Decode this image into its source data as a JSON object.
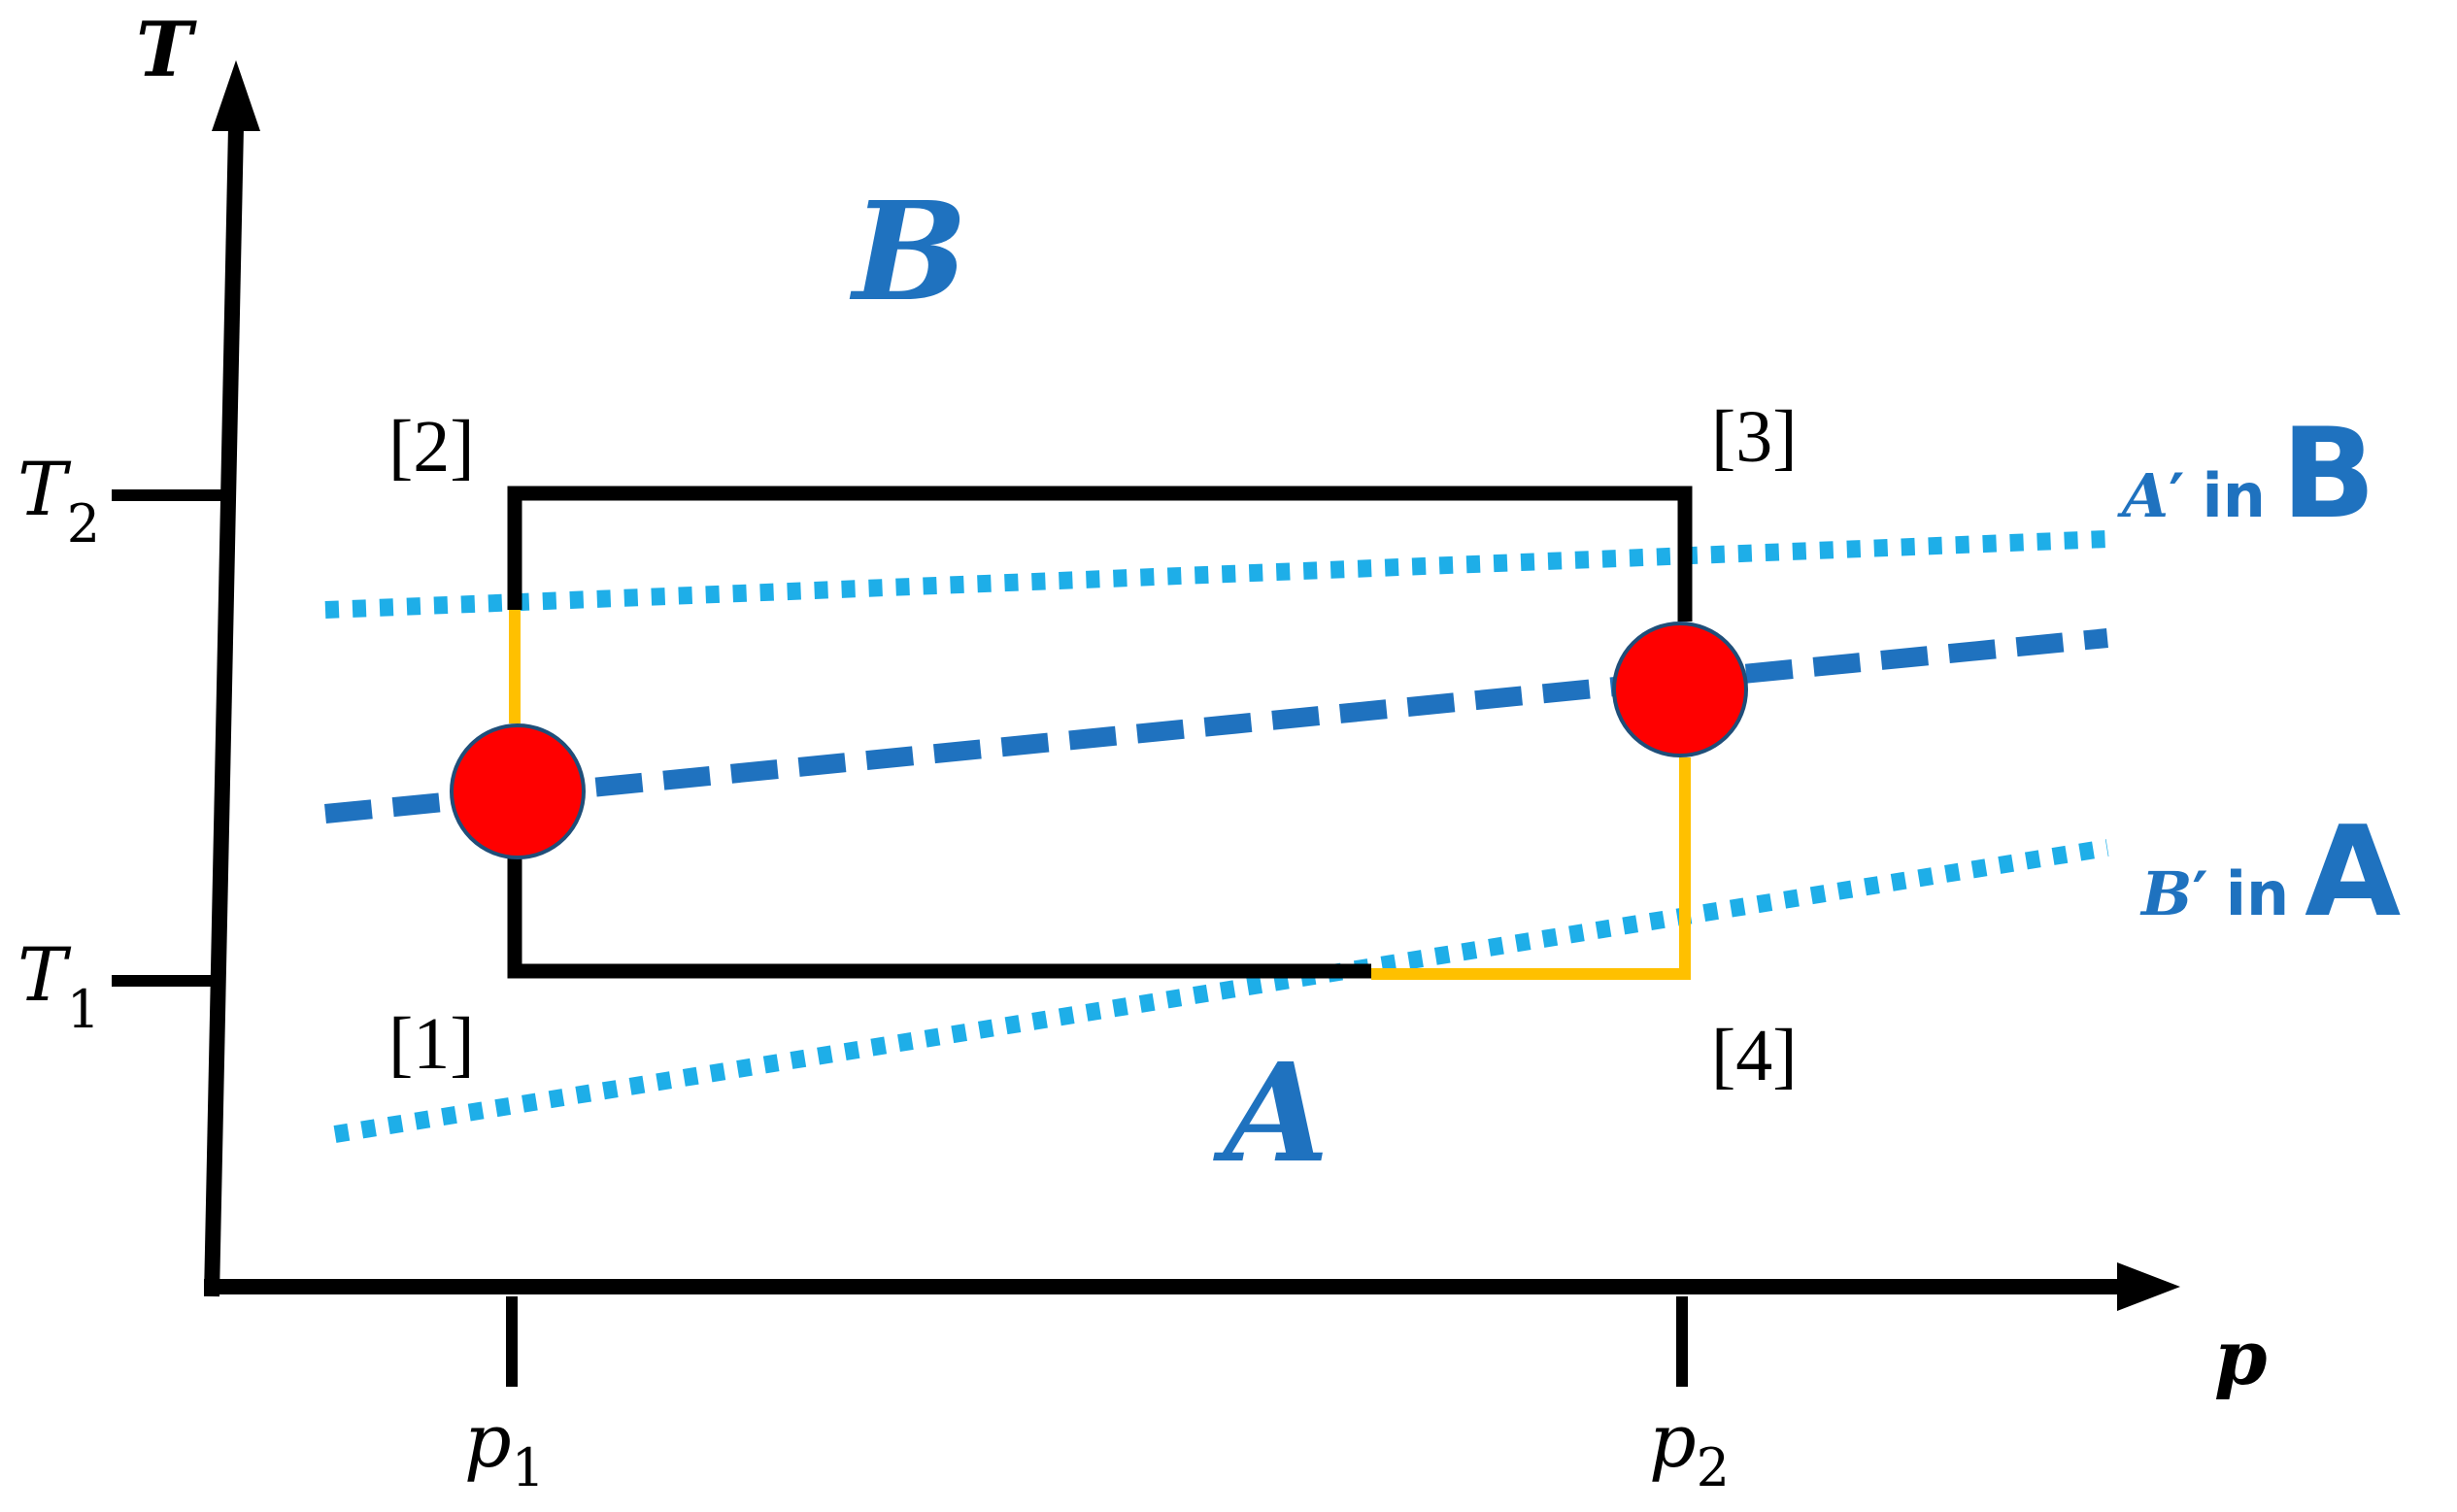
{
  "axes": {
    "x_label": "p",
    "y_label": "T",
    "x_ticks": [
      {
        "main": "p",
        "sub": "1"
      },
      {
        "main": "p",
        "sub": "2"
      }
    ],
    "y_ticks": [
      {
        "main": "T",
        "sub": "2"
      },
      {
        "main": "T",
        "sub": "1"
      }
    ]
  },
  "states": [
    "[1]",
    "[2]",
    "[3]",
    "[4]"
  ],
  "regions": {
    "upper": "B",
    "lower": "A"
  },
  "line_labels": {
    "upper": {
      "phase": "A",
      "prime": "′",
      "word": "in",
      "region": "B"
    },
    "lower": {
      "phase": "B",
      "prime": "′",
      "word": "in",
      "region": "A"
    }
  },
  "colors": {
    "axis": "#000000",
    "cycle": "#000000",
    "highlight": "#ffc000",
    "coexistence_line": "#1f72bf",
    "metastable_line": "#1eaee8",
    "marker": "#ff0000",
    "marker_stroke": "#1f4e79",
    "region_text": "#1f72bf"
  },
  "icons": {
    "marker": "red-circle"
  }
}
